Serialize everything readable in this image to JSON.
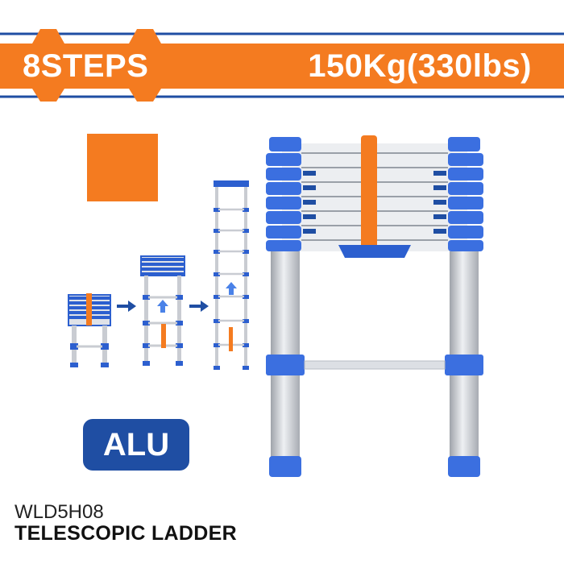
{
  "banner": {
    "steps_label": "8STEPS",
    "capacity_label": "150Kg(330lbs)",
    "color": "#f47b20",
    "line_color": "#1f4ea3"
  },
  "swatch": {
    "color": "#f47b20"
  },
  "material_badge": {
    "label": "ALU",
    "color": "#1f4ea3"
  },
  "product": {
    "model": "WLD5H08",
    "name": "TELESCOPIC LADDER"
  },
  "ladder": {
    "steps": 8,
    "cap_color": "#3b6fe0",
    "rail_color": "#c9ccd2",
    "strap_color": "#f47b20"
  },
  "sequence": {
    "stages": [
      "collapsed",
      "partly-extended",
      "fully-extended"
    ],
    "arrow_icon": "right-arrow-icon"
  }
}
